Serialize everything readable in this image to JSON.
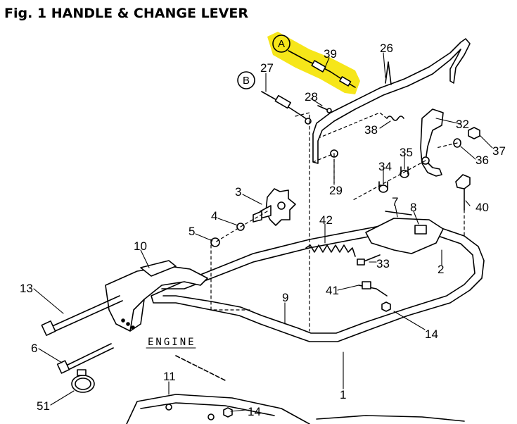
{
  "figure": {
    "title": "Fig. 1 HANDLE & CHANGE LEVER",
    "engine_label": "ENGINE",
    "highlight_color": "#f5e300",
    "circled_letters": [
      "A",
      "B"
    ],
    "part_callouts": [
      "26",
      "39",
      "27",
      "28",
      "32",
      "38",
      "37",
      "36",
      "35",
      "34",
      "29",
      "3",
      "4",
      "5",
      "40",
      "42",
      "8",
      "7",
      "10",
      "33",
      "2",
      "13",
      "41",
      "9",
      "14",
      "6",
      "11",
      "51",
      "14",
      "1"
    ]
  }
}
